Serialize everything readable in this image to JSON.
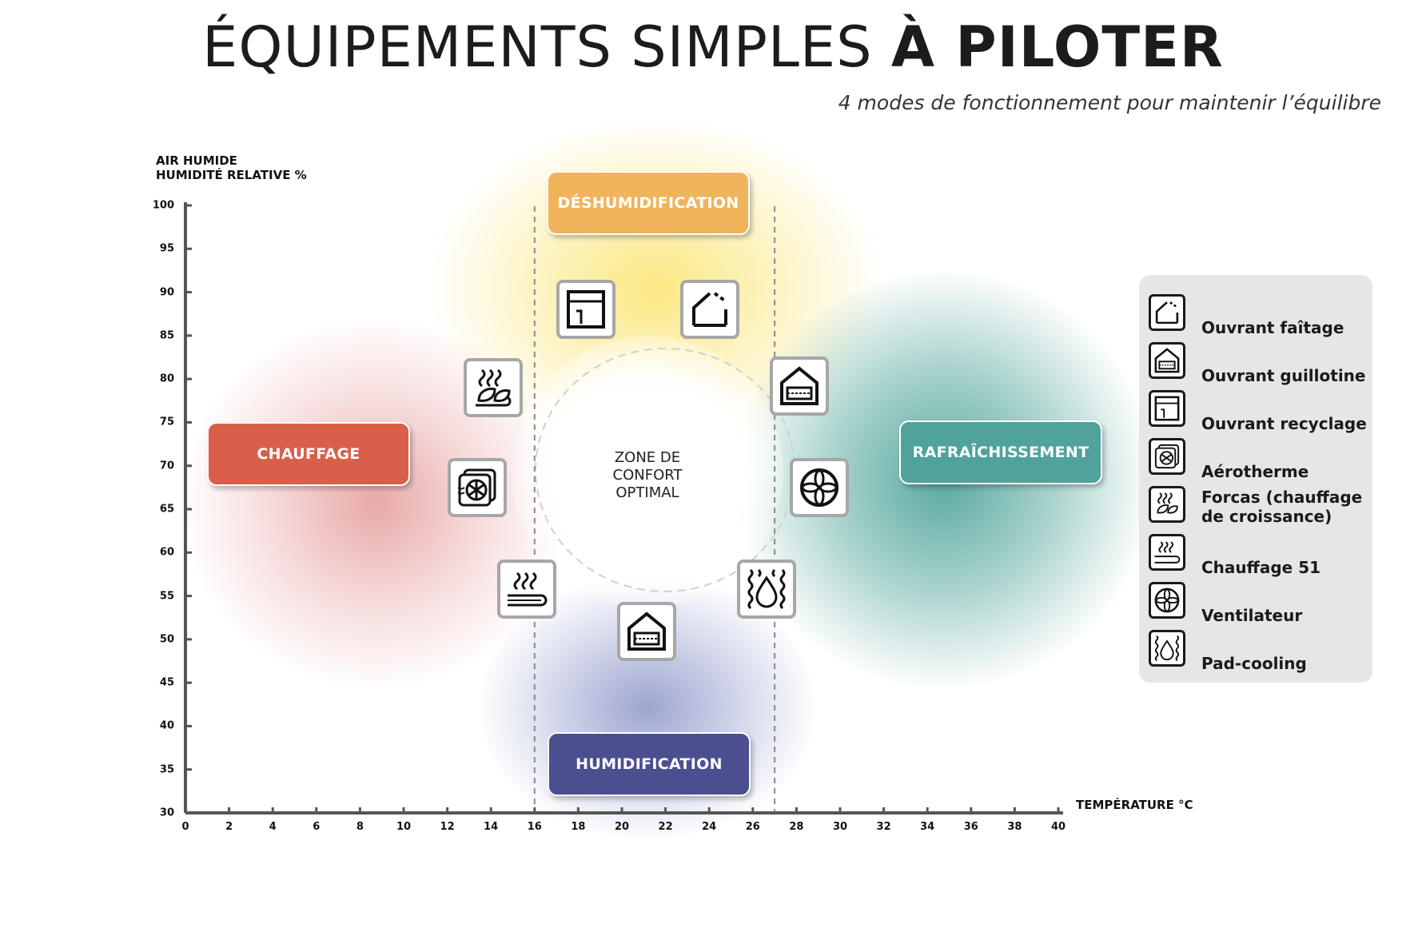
{
  "header": {
    "title_light": "ÉQUIPEMENTS SIMPLES ",
    "title_bold": "À PILOTER",
    "subtitle": "4 modes de fonctionnement pour maintenir l’équilibre"
  },
  "axes": {
    "y_title_line1": "AIR HUMIDE",
    "y_title_line2": "HUMIDITÉ RELATIVE %",
    "x_title": "TEMPÉRATURE °C",
    "x_ticks": [
      "0",
      "2",
      "4",
      "6",
      "8",
      "10",
      "12",
      "14",
      "16",
      "18",
      "20",
      "22",
      "24",
      "26",
      "28",
      "30",
      "32",
      "34",
      "36",
      "38",
      "40"
    ],
    "y_ticks": [
      "100",
      "95",
      "90",
      "85",
      "80",
      "75",
      "70",
      "65",
      "60",
      "55",
      "50",
      "45",
      "40",
      "35",
      "30"
    ],
    "x_range": [
      0,
      40
    ],
    "y_range": [
      30,
      100
    ],
    "comfort_bounds_x": [
      16,
      27
    ]
  },
  "modes": {
    "dehum": {
      "label": "DÉSHUMIDIFICATION",
      "color": "#F0B45C"
    },
    "heat": {
      "label": "CHAUFFAGE",
      "color": "#D95F48"
    },
    "cool": {
      "label": "RAFRAÎCHISSEMENT",
      "color": "#4FA39A"
    },
    "hum": {
      "label": "HUMIDIFICATION",
      "color": "#4C4F8F"
    }
  },
  "zone": {
    "label": "ZONE DE\nCONFORT\nOPTIMAL"
  },
  "legend": {
    "items": [
      {
        "label": "Ouvrant faîtage",
        "icon": "roof-vent-icon"
      },
      {
        "label": "Ouvrant guillotine",
        "icon": "guillotine-vent-icon"
      },
      {
        "label": "Ouvrant recyclage",
        "icon": "recycling-vent-icon"
      },
      {
        "label": "Aérotherme",
        "icon": "unit-heater-icon"
      },
      {
        "label": "Forcas (chauffage\nde croissance)",
        "icon": "growth-heating-icon"
      },
      {
        "label": "Chauffage 51",
        "icon": "heating-pipe-icon"
      },
      {
        "label": "Ventilateur",
        "icon": "fan-icon"
      },
      {
        "label": "Pad-cooling",
        "icon": "pad-cooling-icon"
      }
    ]
  }
}
